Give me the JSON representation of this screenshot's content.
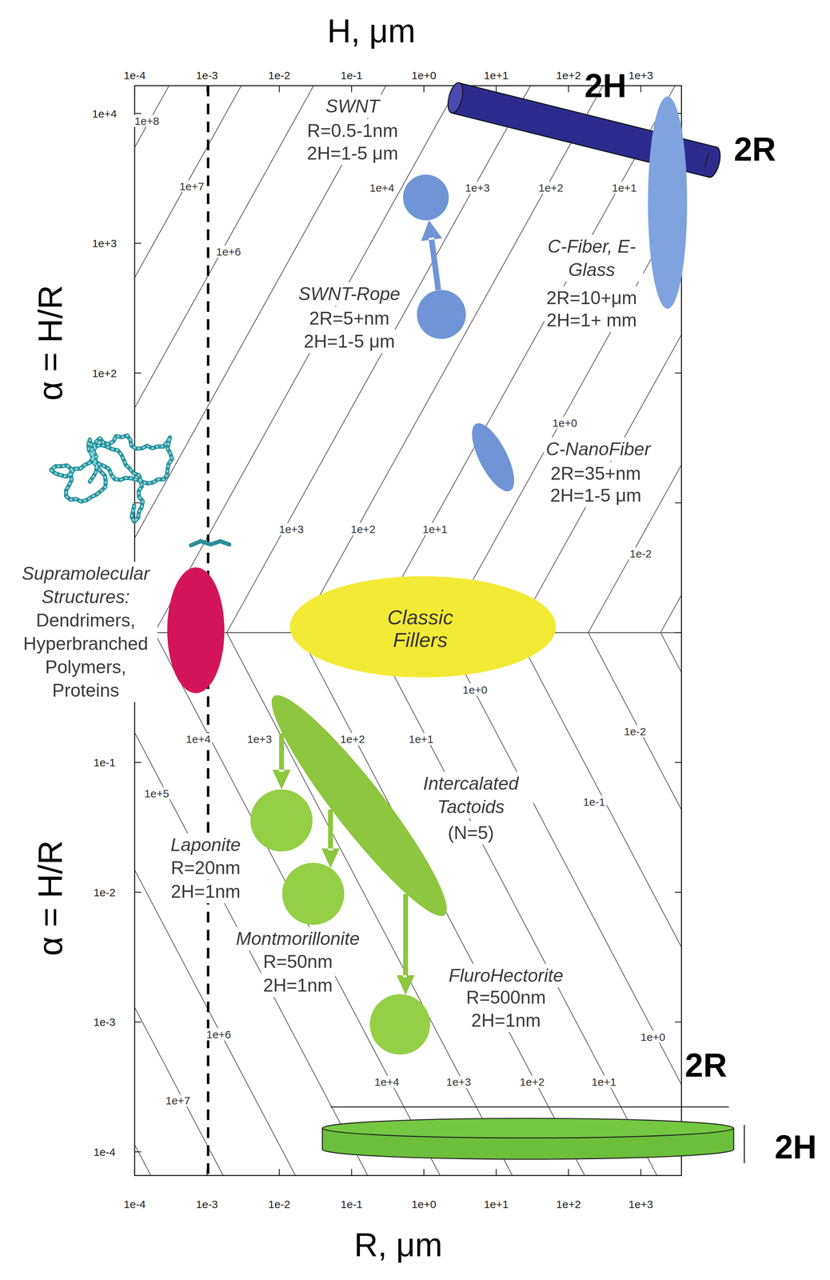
{
  "diagram": {
    "nodes": [
      {
        "text": [
          "SWNT",
          "R=0.5-1nm",
          "2H=1-5 μm"
        ]
      },
      {
        "text": [
          "SWNT-Rope",
          "2R=5+nm",
          "2H=1-5 μm"
        ]
      },
      {
        "text": [
          "C-Fiber, E-Glass",
          "2R=10+μm",
          "2H=1+ mm"
        ]
      },
      {
        "text": [
          "C-NanoFiber",
          "2R=35+nm",
          "2H=1-5 μm"
        ]
      },
      {
        "text": [
          "Supramolecular Structures:",
          "Dendrimers, Hyperbranched Polymers, Proteins"
        ]
      },
      {
        "text": [
          "Classic Fillers"
        ]
      },
      {
        "text": [
          "Intercalated Tactoids",
          "(N=5)"
        ]
      },
      {
        "text": [
          "Laponite",
          "R=20nm",
          "2H=1nm"
        ]
      },
      {
        "text": [
          "Montmorillonite",
          "R=50nm",
          "2H=1nm"
        ]
      },
      {
        "text": [
          "FluroHectorite",
          "R=500nm",
          "2H=1nm"
        ]
      }
    ],
    "edges": [
      {
        "from": 1,
        "to": 0,
        "arrow": "to"
      },
      {
        "from": 6,
        "to": 7,
        "arrow": "to"
      },
      {
        "from": 6,
        "to": 8,
        "arrow": "to"
      },
      {
        "from": 6,
        "to": 9,
        "arrow": "to"
      }
    ],
    "labels": [
      "H, μm",
      "1e-4",
      "1e-3",
      "1e-2",
      "1e-1",
      "1e+0",
      "1e+1",
      "1e+2",
      "1e+3",
      "2H",
      "2R",
      "1e+4",
      "1e+3",
      "1e+2",
      "1e-1",
      "1e-2",
      "1e-3",
      "1e-4",
      "α = H/R",
      "α = H/R",
      "1e+8",
      "1e+7",
      "1e+6",
      "1e+4",
      "1e+3",
      "1e+2",
      "1e+1",
      "1e+0",
      "1e-2",
      "1e+3",
      "1e+2",
      "1e+1",
      "1e+0",
      "1e+4",
      "1e+3",
      "1e+2",
      "1e+1",
      "1e-2",
      "1e-1",
      "1e+5",
      "1e+6",
      "1e+7",
      "1e+4",
      "1e+3",
      "1e+2",
      "1e+1",
      "1e+0",
      "2R",
      "2H",
      "1e-4",
      "1e-3",
      "1e-2",
      "1e-1",
      "1e+0",
      "1e+1",
      "1e+2",
      "1e+3",
      "R, μm"
    ]
  }
}
